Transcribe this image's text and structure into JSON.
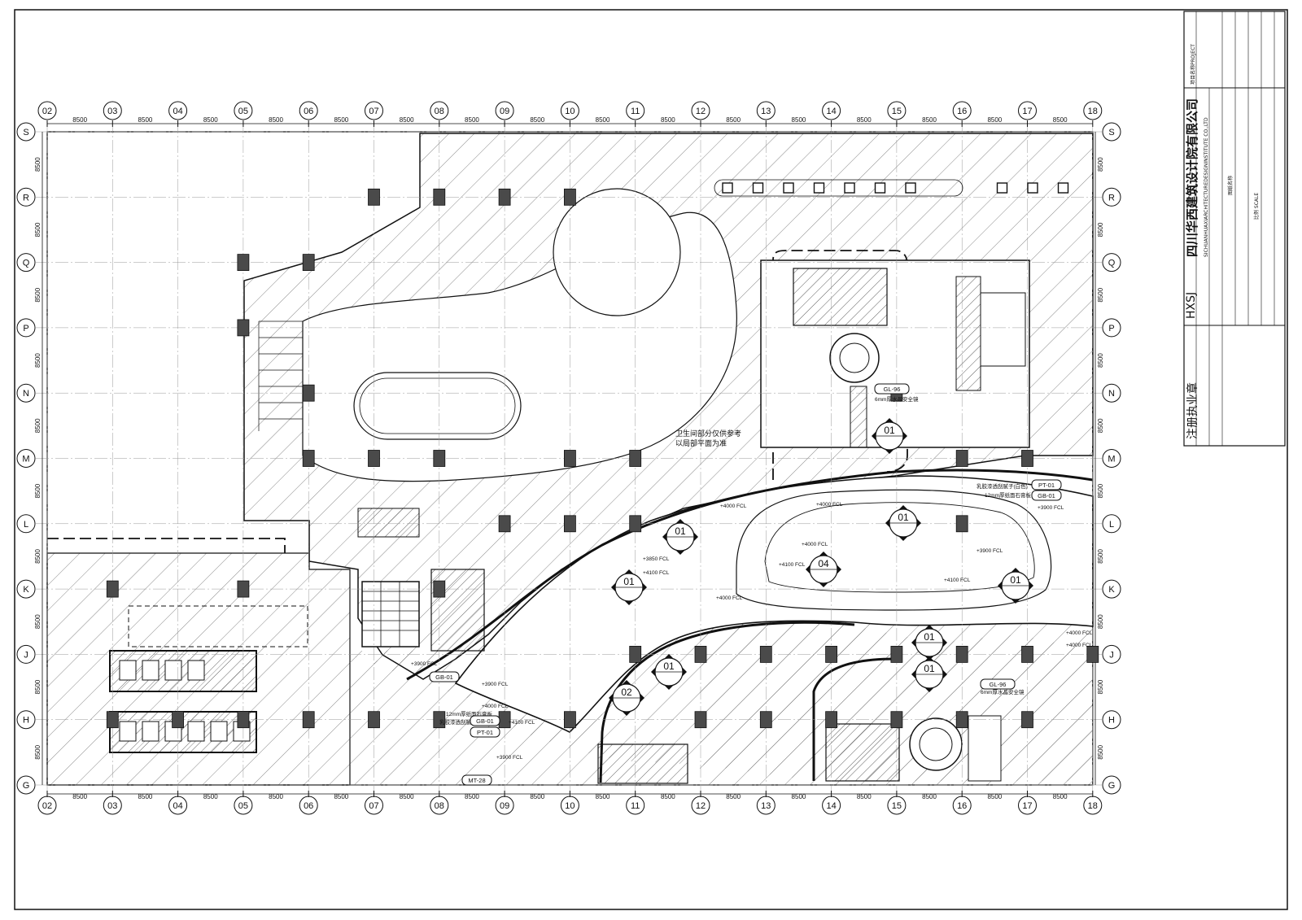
{
  "grid": {
    "columns": [
      "02",
      "03",
      "04",
      "05",
      "06",
      "07",
      "08",
      "09",
      "10",
      "11",
      "12",
      "13",
      "14",
      "15",
      "16",
      "17",
      "18"
    ],
    "rows": [
      "S",
      "R",
      "Q",
      "P",
      "N",
      "M",
      "L",
      "K",
      "J",
      "H",
      "G"
    ],
    "spacing_label": "8500"
  },
  "annotations": {
    "note_line1": "卫生间部分仅供参考",
    "note_line2": "以局部平面为准",
    "latex_top": "乳胶漆透刮腻子(白色)",
    "granite_top": "12mm厚纸面石膏板",
    "latex_bottom": "乳胶漆透刮腻子(白色)",
    "granite_bottom": "12mm厚纸面石膏板",
    "glass_top": "6mm厚水晶安全镜",
    "glass_bottom": "6mm厚水晶安全镜"
  },
  "tags": {
    "gl96": "GL-96",
    "pt01": "PT-01",
    "gb01": "GB-01",
    "mt28": "MT-28"
  },
  "levels": {
    "l4000": "+4000 FCL",
    "l3900": "+3900 FCL",
    "l3850": "+3850 FCL",
    "l4100": "+4100 FCL"
  },
  "callouts": {
    "c01": "01",
    "c02": "02",
    "c04": "04"
  },
  "title_block": {
    "logo": "HXSJ",
    "company_cn": "四川华西建筑设计院有限公司",
    "company_en": "SICHUANHUAXIARCHITECTUREDESIGNINSTITUTE CO.,LTD",
    "stamp_title": "注册执业章",
    "project_label": "项目名称PROJECT",
    "scale_label": "比例 SCALE",
    "drawing_label": "图纸名称"
  },
  "colors": {
    "line": "#111111",
    "hatch": "#555555",
    "column_fill": "#4a4a4a"
  }
}
